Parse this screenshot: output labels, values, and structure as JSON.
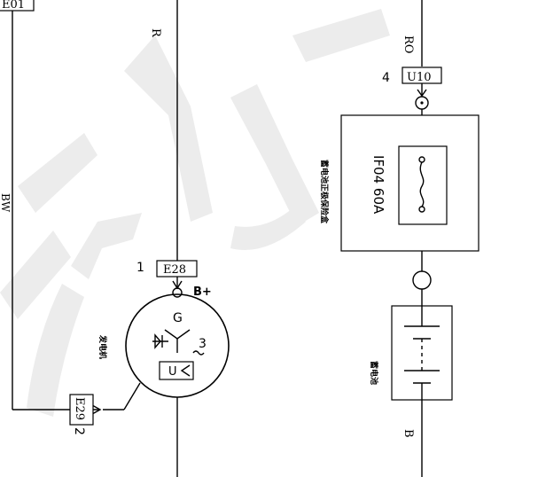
{
  "wires": {
    "wire_r": "R",
    "wire_ro": "RO",
    "wire_b": "B",
    "wire_bw": "BW",
    "wire_e01": "E01"
  },
  "connectors": {
    "u10": {
      "pin": "4",
      "code": "U10"
    },
    "e28": {
      "pin": "1",
      "code": "E28"
    },
    "e29": {
      "pin": "2",
      "code": "E29"
    }
  },
  "components": {
    "fuse_box": {
      "name": "蓄电池正极保险盒",
      "rating": "IF04 60A"
    },
    "alternator": {
      "name": "发电机",
      "terminal": "B+",
      "g_label": "G",
      "phase_label": "3",
      "regulator_label": "U"
    },
    "battery": {
      "name": "蓄电池"
    }
  },
  "watermark": {
    "text": "利匚"
  }
}
